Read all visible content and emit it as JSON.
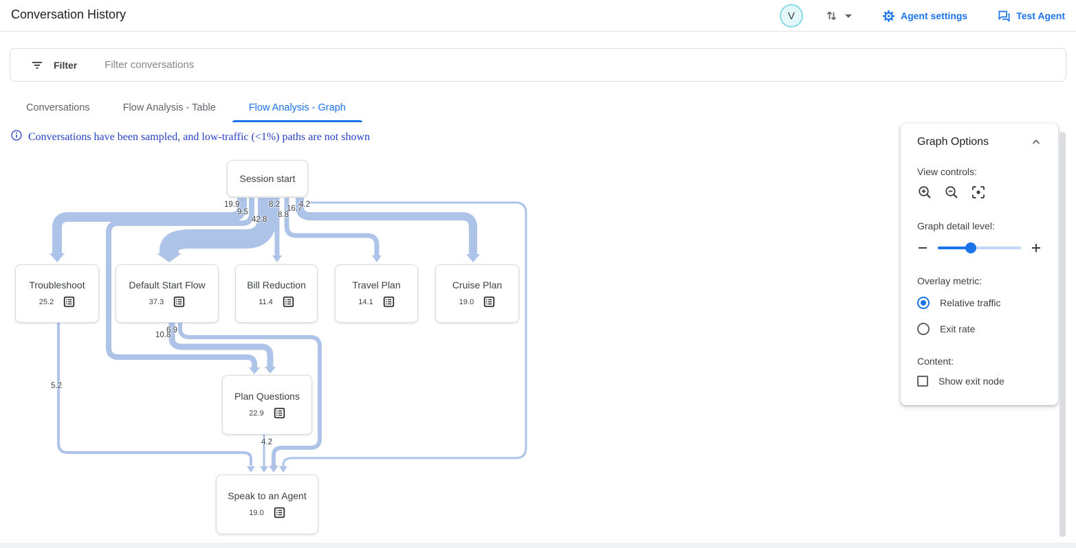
{
  "header": {
    "title": "Conversation History",
    "avatar_initial": "V",
    "agent_settings_label": "Agent settings",
    "test_agent_label": "Test Agent"
  },
  "filter_bar": {
    "label": "Filter",
    "placeholder": "Filter conversations"
  },
  "tabs": [
    {
      "label": "Conversations",
      "active": false
    },
    {
      "label": "Flow Analysis - Table",
      "active": false
    },
    {
      "label": "Flow Analysis - Graph",
      "active": true
    }
  ],
  "notice": {
    "text": "Conversations have been sampled, and low-traffic (<1%) paths are not shown"
  },
  "graph_options": {
    "title": "Graph Options",
    "view_controls_label": "View controls:",
    "detail_level_label": "Graph detail level:",
    "detail_level_percent": 40,
    "overlay_metric_label": "Overlay metric:",
    "overlay_options": [
      {
        "label": "Relative traffic",
        "selected": true
      },
      {
        "label": "Exit rate",
        "selected": false
      }
    ],
    "content_label": "Content:",
    "show_exit_node_label": "Show exit node",
    "show_exit_node_checked": false
  },
  "flow": {
    "nodes": [
      {
        "id": "session_start",
        "name": "Session start",
        "value": null
      },
      {
        "id": "troubleshoot",
        "name": "Troubleshoot",
        "value": "25.2"
      },
      {
        "id": "default_start_flow",
        "name": "Default Start Flow",
        "value": "37.3"
      },
      {
        "id": "bill_reduction",
        "name": "Bill Reduction",
        "value": "11.4"
      },
      {
        "id": "travel_plan",
        "name": "Travel Plan",
        "value": "14.1"
      },
      {
        "id": "cruise_plan",
        "name": "Cruise Plan",
        "value": "19.0"
      },
      {
        "id": "plan_questions",
        "name": "Plan Questions",
        "value": "22.9"
      },
      {
        "id": "speak_to_agent",
        "name": "Speak to an Agent",
        "value": "19.0"
      }
    ],
    "edges": [
      {
        "from": "session_start",
        "to": "troubleshoot",
        "value": "19.9"
      },
      {
        "from": "session_start",
        "to": "plan_questions",
        "value": "9.5"
      },
      {
        "from": "session_start",
        "to": "default_start_flow",
        "value": "42.8"
      },
      {
        "from": "session_start",
        "to": "bill_reduction",
        "value": "8.2"
      },
      {
        "from": "session_start",
        "to": "travel_plan",
        "value": "8.8"
      },
      {
        "from": "session_start",
        "to": "cruise_plan",
        "value": "16.7"
      },
      {
        "from": "session_start",
        "to": "speak_to_agent",
        "value": "4.2"
      },
      {
        "from": "default_start_flow",
        "to": "plan_questions",
        "value": "10.8"
      },
      {
        "from": "default_start_flow",
        "to": "speak_to_agent",
        "value": "6.9"
      },
      {
        "from": "troubleshoot",
        "to": "speak_to_agent",
        "value": "5.2"
      },
      {
        "from": "plan_questions",
        "to": "speak_to_agent",
        "value": "4.2"
      }
    ]
  },
  "colors": {
    "accent": "#1a73e8",
    "edge": "#aec3e8",
    "notice_blue": "#2840c4",
    "avatar_bg": "#e4f7fb",
    "avatar_border": "#8ad9e6"
  }
}
